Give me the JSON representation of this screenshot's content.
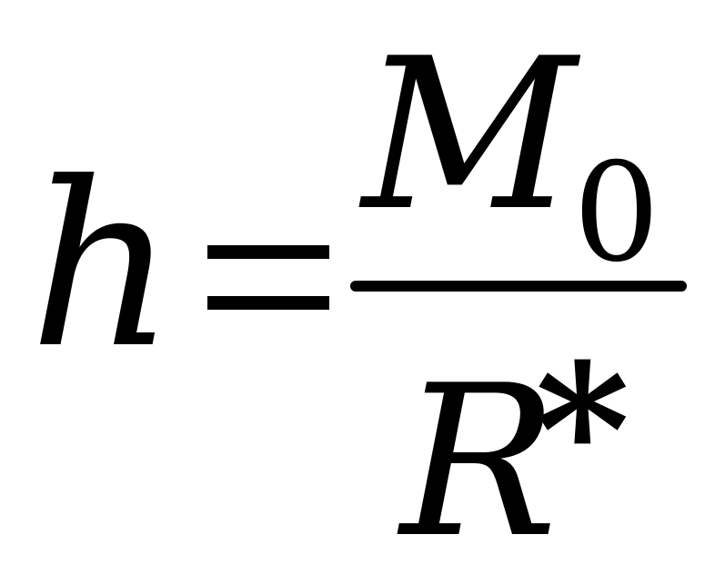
{
  "formula": {
    "lhs": "h",
    "numerator": {
      "symbol": "M",
      "subscript": "0"
    },
    "denominator": {
      "symbol": "R",
      "superscript": "*"
    }
  },
  "colors": {
    "ink": "#000000",
    "background": "#ffffff"
  }
}
